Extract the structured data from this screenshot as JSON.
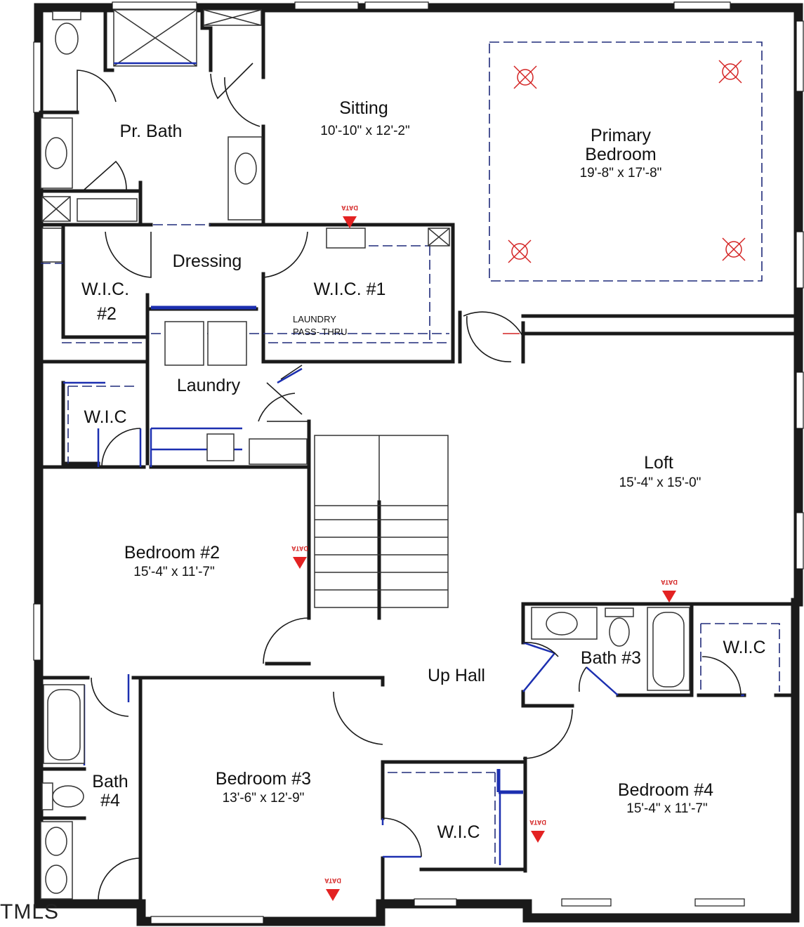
{
  "rooms": {
    "sitting": {
      "name": "Sitting",
      "dim": "10'-10\" x 12'-2\""
    },
    "primary_bedroom": {
      "name_line1": "Primary",
      "name_line2": "Bedroom",
      "dim": "19'-8\" x 17'-8\""
    },
    "pr_bath": {
      "name": "Pr. Bath"
    },
    "dressing": {
      "name": "Dressing"
    },
    "wic2": {
      "line1": "W.I.C.",
      "line2": "#2"
    },
    "wic1": {
      "name": "W.I.C. #1"
    },
    "laundry_pass": {
      "line1": "LAUNDRY",
      "line2": "PASS- THRU"
    },
    "laundry": {
      "name": "Laundry"
    },
    "wic_left": {
      "name": "W.I.C"
    },
    "loft": {
      "name": "Loft",
      "dim": "15'-4\" x 15'-0\""
    },
    "bedroom2": {
      "name": "Bedroom #2",
      "dim": "15'-4\" x 11'-7\""
    },
    "up_hall": {
      "name": "Up Hall"
    },
    "bath3": {
      "name": "Bath #3"
    },
    "wic_right": {
      "name": "W.I.C"
    },
    "bath4": {
      "line1": "Bath",
      "line2": "#4"
    },
    "bedroom3": {
      "name": "Bedroom #3",
      "dim": "13'-6\" x 12'-9\""
    },
    "wic_bottom": {
      "name": "W.I.C"
    },
    "bedroom4": {
      "name": "Bedroom #4",
      "dim": "15'-4\" x 11'-7\""
    }
  },
  "data_marker_label": "DATA",
  "watermark": "TMLS",
  "colors": {
    "walls": "#1a1a1a",
    "blue_lines": "#1c2fb0",
    "data_markers": "#e32222",
    "light_markers": "#d42424"
  }
}
